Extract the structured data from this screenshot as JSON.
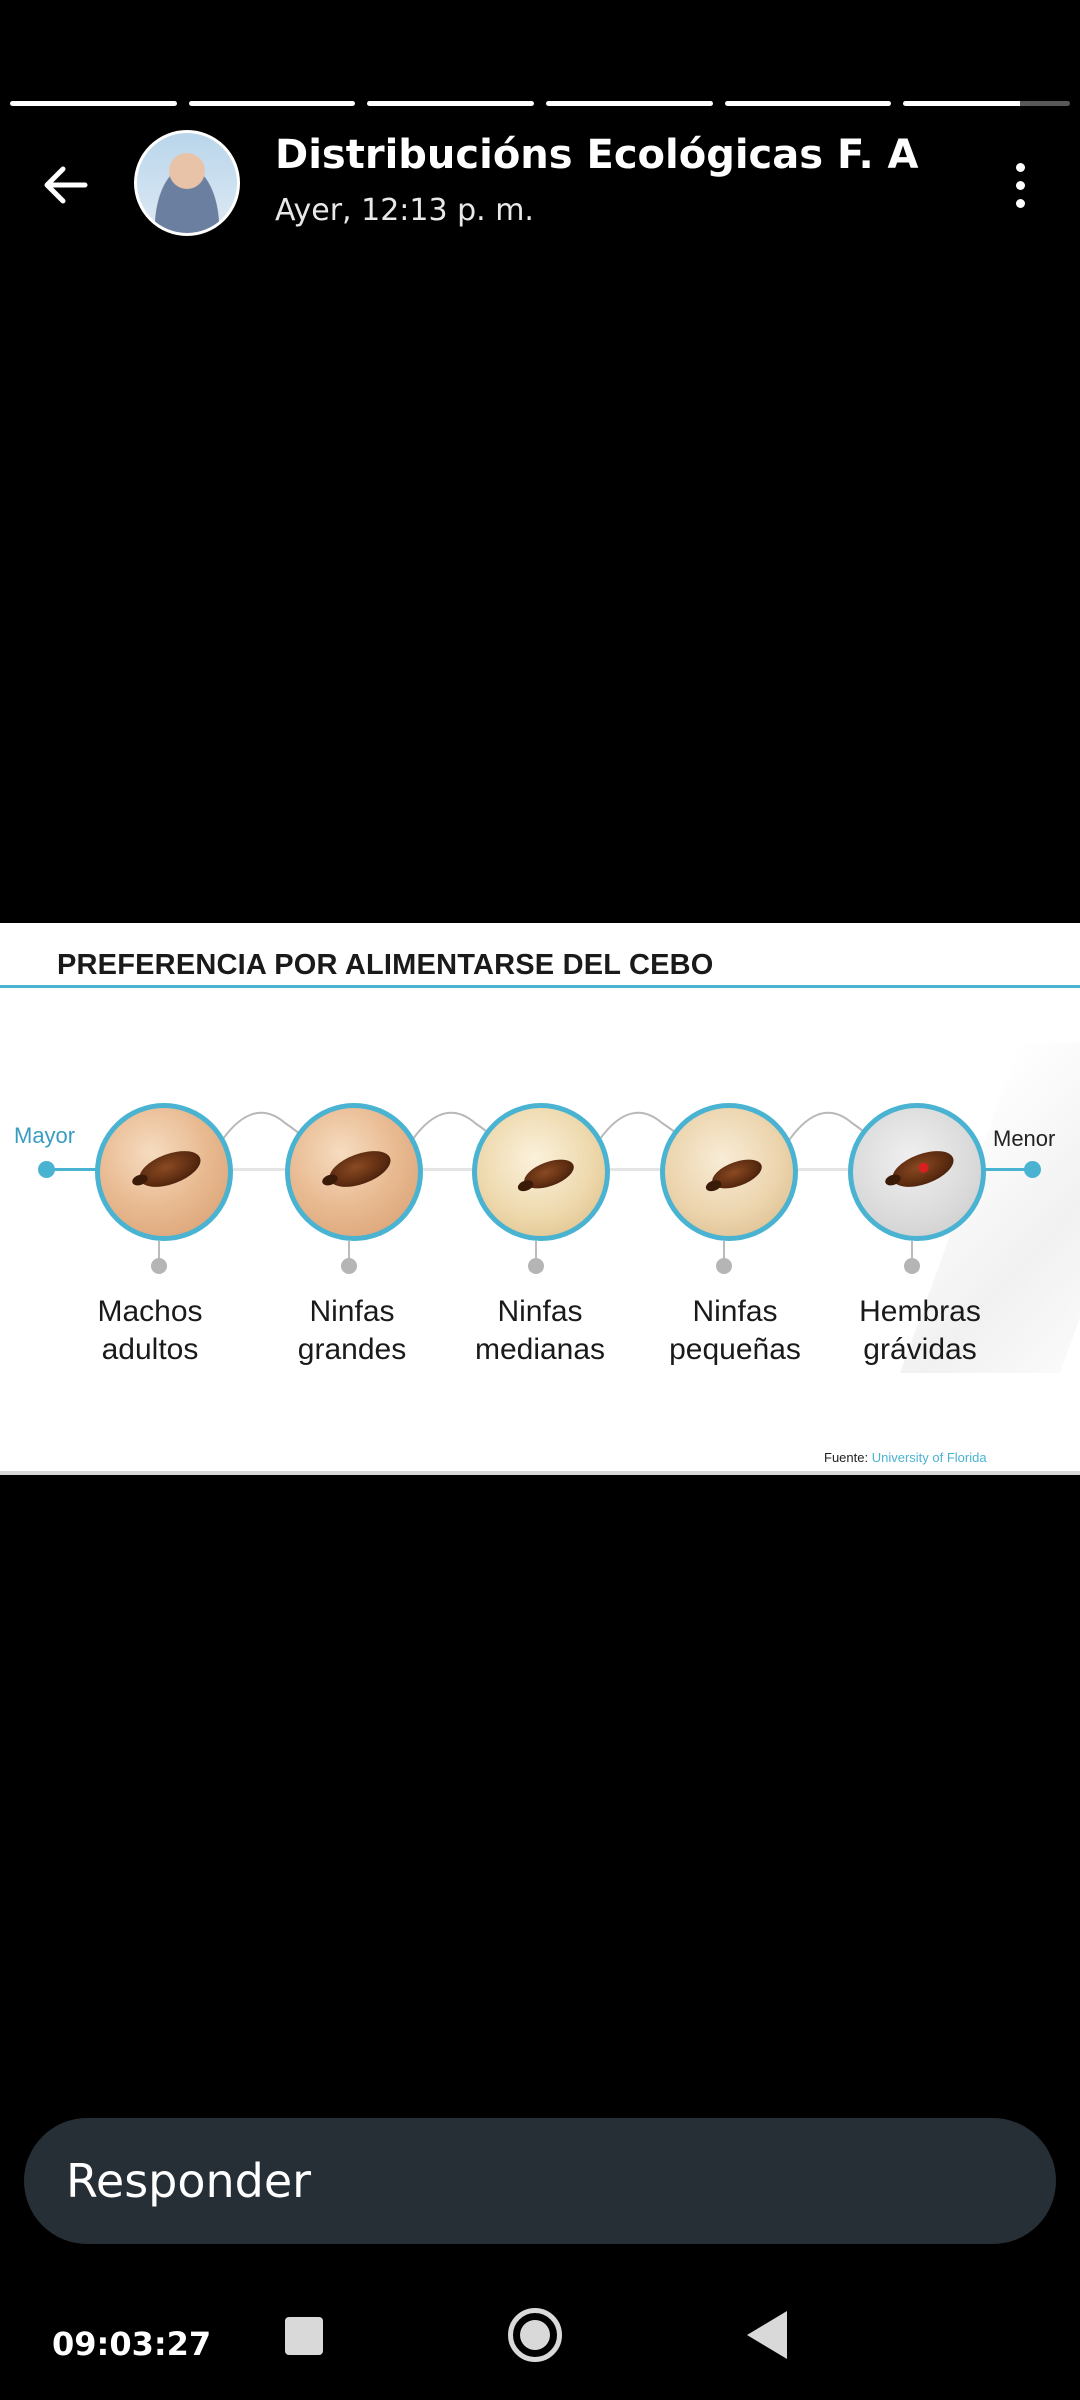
{
  "story": {
    "segments_total": 6,
    "segments_viewed": 5,
    "current_segment_progress": 0.7
  },
  "header": {
    "back_icon": "arrow-left-icon",
    "title": "Distribucións Ecológicas F. A",
    "title_display": "Distribucións Ecológicas F. A",
    "subtitle": "Ayer, 12:13 p. m.",
    "more_icon": "more-vertical-icon"
  },
  "infographic": {
    "title": "PREFERENCIA POR ALIMENTARSE DEL CEBO",
    "left_label": "Mayor",
    "right_label": "Menor",
    "items": [
      {
        "line1": "Machos",
        "line2": "adultos"
      },
      {
        "line1": "Ninfas",
        "line2": "grandes"
      },
      {
        "line1": "Ninfas",
        "line2": "medianas"
      },
      {
        "line1": "Ninfas",
        "line2": "pequeñas"
      },
      {
        "line1": "Hembras",
        "line2": "grávidas"
      }
    ],
    "source_prefix": "Fuente:",
    "source_name": "University of Florida",
    "accent_color": "#4ab3d1"
  },
  "reply": {
    "placeholder": "Responder"
  },
  "statusbar": {
    "time": "09:03:27"
  },
  "navbar": {
    "recents_icon": "square-icon",
    "home_icon": "circle-home-icon",
    "back_icon": "triangle-back-icon"
  }
}
